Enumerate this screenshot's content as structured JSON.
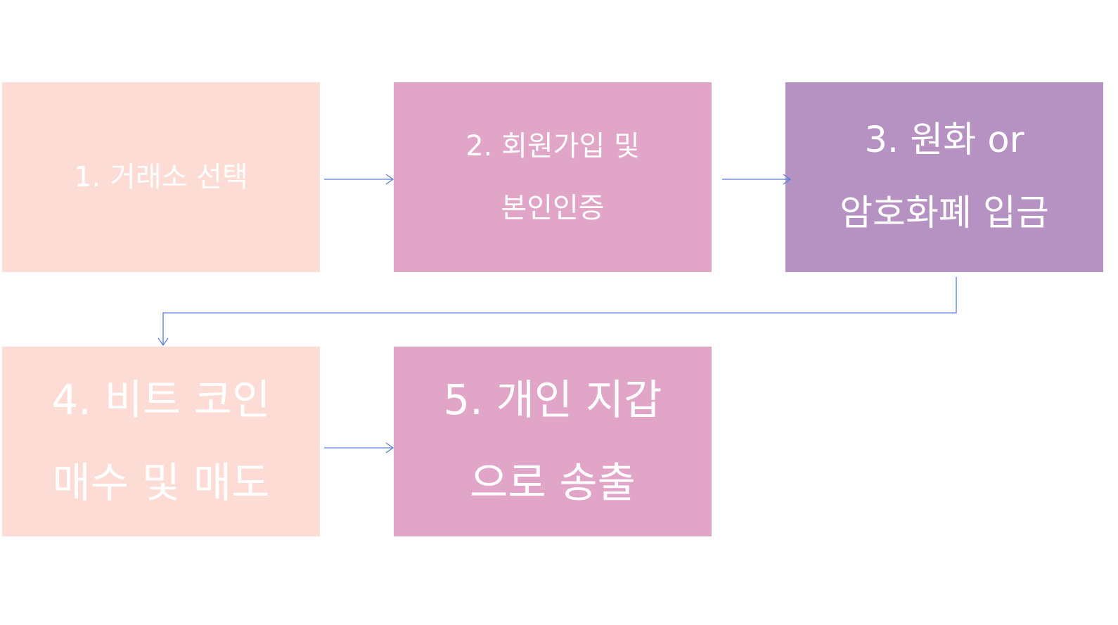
{
  "colors": {
    "light_peach": "#fddcd5",
    "pink": "#e1a5c7",
    "purple": "#b592c2",
    "text": "#ffffff",
    "connector": "#5a7fd6"
  },
  "steps": [
    {
      "lines": [
        "1. 거래소 선택"
      ],
      "color": "light_peach"
    },
    {
      "lines": [
        "2. 회원가입 및",
        "본인인증"
      ],
      "color": "pink"
    },
    {
      "lines": [
        "3. 원화 or",
        "암호화폐 입금"
      ],
      "color": "purple"
    },
    {
      "lines": [
        "4. 비트 코인",
        "매수 및 매도"
      ],
      "color": "light_peach"
    },
    {
      "lines": [
        "5. 개인 지갑",
        "으로 송출"
      ],
      "color": "pink"
    }
  ]
}
